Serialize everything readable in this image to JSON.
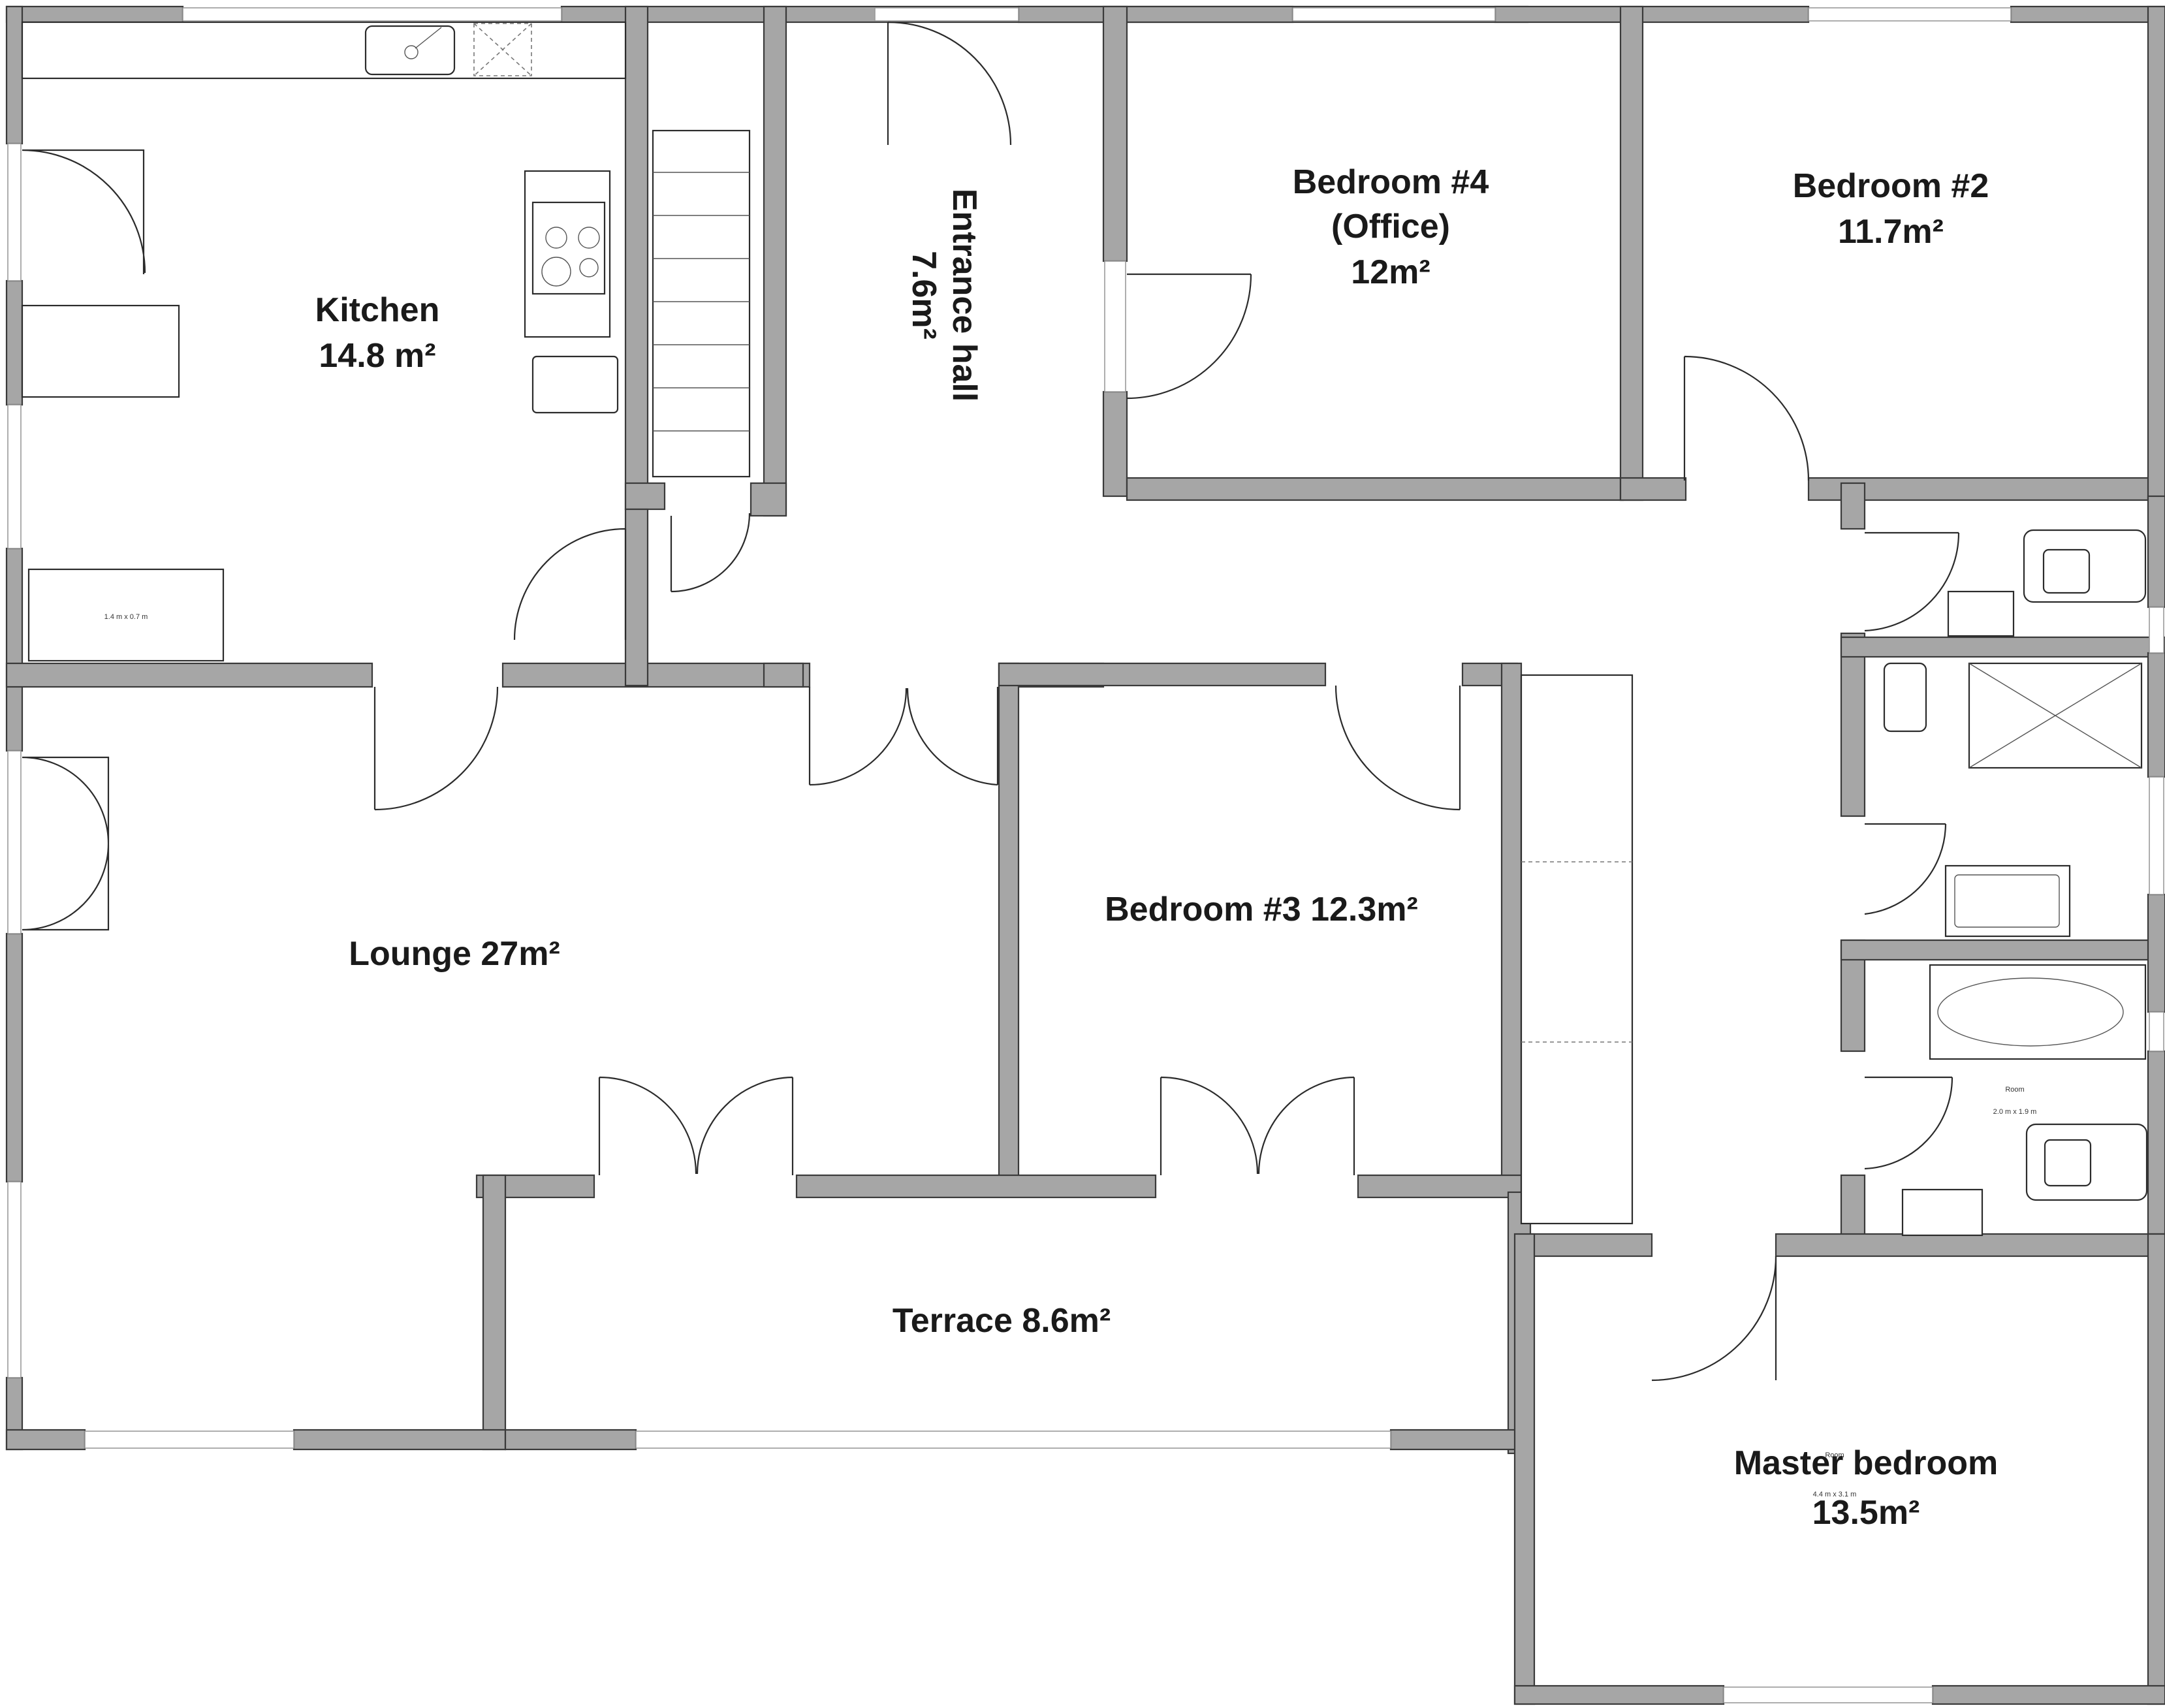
{
  "rooms": {
    "kitchen": {
      "name": "Kitchen",
      "area": "14.8 m²"
    },
    "entrance": {
      "name": "Entrance hall",
      "area": "7.6m²"
    },
    "bedroom4": {
      "name": "Bedroom #4",
      "sub": "(Office)",
      "area": "12m²"
    },
    "bedroom2": {
      "name": "Bedroom #2",
      "area": "11.7m²"
    },
    "lounge": {
      "label": "Lounge 27m²"
    },
    "bedroom3": {
      "label": "Bedroom #3 12.3m²"
    },
    "terrace": {
      "label": "Terrace 8.6m²"
    },
    "master": {
      "name": "Master bedroom",
      "area": "13.5m²"
    }
  },
  "dimensions": {
    "kitchen_table": "1.4 m x 0.7 m",
    "bath_room_name": "Room",
    "bath_room_size": "2.0 m x 1.9 m",
    "master_room_name": "Room",
    "master_room_size": "4.4 m x 3.1 m"
  },
  "colors": {
    "wall": "#a6a6a6",
    "line": "#2b2b2b",
    "background": "#ffffff"
  }
}
